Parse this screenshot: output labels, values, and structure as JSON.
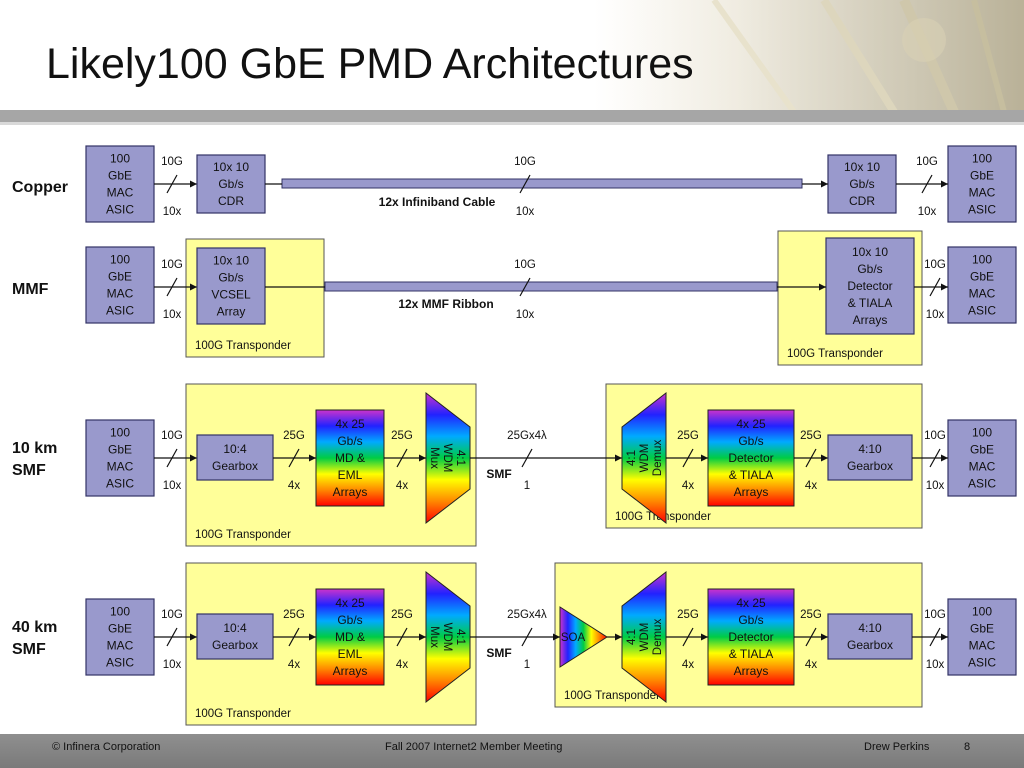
{
  "slide": {
    "title": "Likely100 GbE PMD Architectures",
    "page_number": "8"
  },
  "footer": {
    "left": "© Infinera Corporation",
    "center": "Fall 2007 Internet2 Member Meeting",
    "right": "Drew Perkins"
  },
  "colors": {
    "block_fill": "#9999cc",
    "block_stroke": "#333366",
    "transponder_fill": "#ffff99",
    "cable_fill": "#9999cc"
  },
  "rows": [
    {
      "label_lines": [
        "Copper"
      ],
      "asic_left": [
        "100",
        "GbE",
        "MAC",
        "ASIC"
      ],
      "lane_left": {
        "top": "10G",
        "bottom": "10x"
      },
      "left_block": [
        "10x 10",
        "Gb/s",
        "CDR"
      ],
      "mid": {
        "top": "10G",
        "bottom": "10x"
      },
      "cable_label": "12x Infiniband Cable",
      "right_block": [
        "10x 10",
        "Gb/s",
        "CDR"
      ],
      "lane_right": {
        "top": "10G",
        "bottom": "10x"
      },
      "asic_right": [
        "100",
        "GbE",
        "MAC",
        "ASIC"
      ]
    },
    {
      "label_lines": [
        "MMF"
      ],
      "asic_left": [
        "100",
        "GbE",
        "MAC",
        "ASIC"
      ],
      "lane_left": {
        "top": "10G",
        "bottom": "10x"
      },
      "left_block": [
        "10x 10",
        "Gb/s",
        "VCSEL",
        "Array"
      ],
      "mid": {
        "top": "10G",
        "bottom": "10x"
      },
      "cable_label": "12x MMF Ribbon",
      "right_block": [
        "10x 10",
        "Gb/s",
        "Detector",
        "& TIALA",
        "Arrays"
      ],
      "lane_right": {
        "top": "10G",
        "bottom": "10x"
      },
      "asic_right": [
        "100",
        "GbE",
        "MAC",
        "ASIC"
      ],
      "transponder_left": "100G Transponder",
      "transponder_right": "100G Transponder"
    },
    {
      "label_lines": [
        "10 km",
        "SMF"
      ],
      "asic_left": [
        "100",
        "GbE",
        "MAC",
        "ASIC"
      ],
      "lane_left": {
        "top": "10G",
        "bottom": "10x"
      },
      "gearbox_left": [
        "10:4",
        "Gearbox"
      ],
      "lane_tx": {
        "top": "25G",
        "bottom": "4x"
      },
      "tx_array": [
        "4x 25",
        "Gb/s",
        "MD &",
        "EML",
        "Arrays"
      ],
      "lane_tx2": {
        "top": "25G",
        "bottom": "4x"
      },
      "mux": [
        "4:1",
        "WDM",
        "Mux"
      ],
      "mid": {
        "top": "25Gx4λ",
        "bottom": "1"
      },
      "fiber_label": "SMF",
      "demux": [
        "4:1",
        "WDM",
        "Demux"
      ],
      "lane_rx": {
        "top": "25G",
        "bottom": "4x"
      },
      "rx_array": [
        "4x 25",
        "Gb/s",
        "Detector",
        "& TIALA",
        "Arrays"
      ],
      "lane_rx2": {
        "top": "25G",
        "bottom": "4x"
      },
      "gearbox_right": [
        "4:10",
        "Gearbox"
      ],
      "lane_right": {
        "top": "10G",
        "bottom": "10x"
      },
      "asic_right": [
        "100",
        "GbE",
        "MAC",
        "ASIC"
      ],
      "transponder_left": "100G Transponder",
      "transponder_right": "100G Transponder"
    },
    {
      "label_lines": [
        "40 km",
        "SMF"
      ],
      "asic_left": [
        "100",
        "GbE",
        "MAC",
        "ASIC"
      ],
      "lane_left": {
        "top": "10G",
        "bottom": "10x"
      },
      "gearbox_left": [
        "10:4",
        "Gearbox"
      ],
      "lane_tx": {
        "top": "25G",
        "bottom": "4x"
      },
      "tx_array": [
        "4x 25",
        "Gb/s",
        "MD &",
        "EML",
        "Arrays"
      ],
      "lane_tx2": {
        "top": "25G",
        "bottom": "4x"
      },
      "mux": [
        "4:1",
        "WDM",
        "Mux"
      ],
      "mid": {
        "top": "25Gx4λ",
        "bottom": "1"
      },
      "fiber_label": "SMF",
      "soa": "SOA",
      "demux": [
        "4:1",
        "WDM",
        "Demux"
      ],
      "lane_rx": {
        "top": "25G",
        "bottom": "4x"
      },
      "rx_array": [
        "4x 25",
        "Gb/s",
        "Detector",
        "& TIALA",
        "Arrays"
      ],
      "lane_rx2": {
        "top": "25G",
        "bottom": "4x"
      },
      "gearbox_right": [
        "4:10",
        "Gearbox"
      ],
      "lane_right": {
        "top": "10G",
        "bottom": "10x"
      },
      "asic_right": [
        "100",
        "GbE",
        "MAC",
        "ASIC"
      ],
      "transponder_left": "100G Transponder",
      "transponder_right": "100G Transponder"
    }
  ]
}
